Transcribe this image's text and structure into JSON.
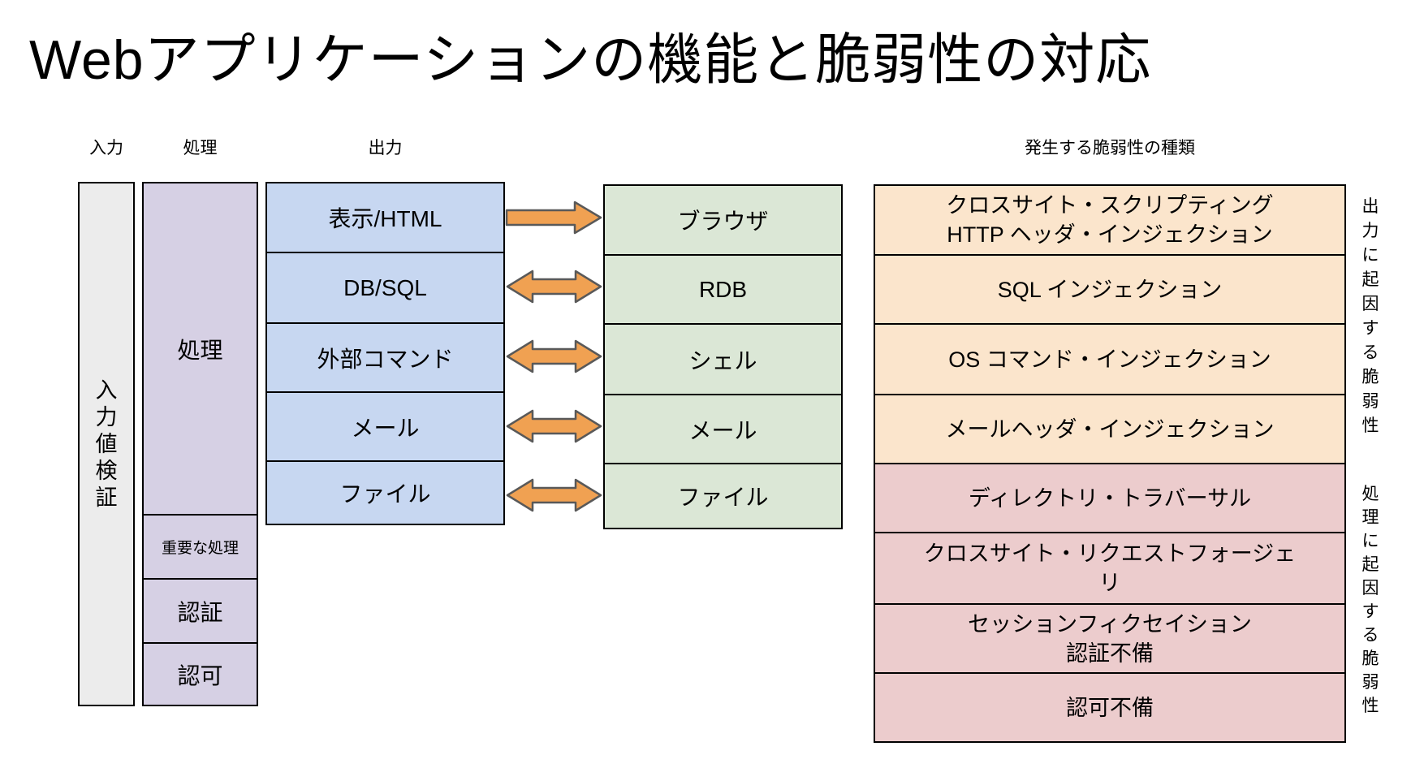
{
  "title": "Webアプリケーションの機能と脆弱性の対応",
  "headers": {
    "input": "入力",
    "processing": "処理",
    "output": "出力",
    "vulnerabilities": "発生する脆弱性の種類"
  },
  "input_column": {
    "label": "入力値検証"
  },
  "processing_column": {
    "sections": [
      {
        "label": "処理"
      },
      {
        "label": "重要な処理"
      },
      {
        "label": "認証"
      },
      {
        "label": "認可"
      }
    ]
  },
  "output_column": {
    "rows": [
      "表示/HTML",
      "DB/SQL",
      "外部コマンド",
      "メール",
      "ファイル"
    ]
  },
  "destination_column": {
    "rows": [
      "ブラウザ",
      "RDB",
      "シェル",
      "メール",
      "ファイル"
    ]
  },
  "arrows": [
    {
      "direction": "right"
    },
    {
      "direction": "both"
    },
    {
      "direction": "both"
    },
    {
      "direction": "both"
    },
    {
      "direction": "both"
    }
  ],
  "vulnerability_column": {
    "rows": [
      {
        "label": "クロスサイト・スクリプティング\nHTTP ヘッダ・インジェクション",
        "origin": "output"
      },
      {
        "label": "SQL インジェクション",
        "origin": "output"
      },
      {
        "label": "OS コマンド・インジェクション",
        "origin": "output"
      },
      {
        "label": "メールヘッダ・インジェクション",
        "origin": "output"
      },
      {
        "label": "ディレクトリ・トラバーサル",
        "origin": "processing"
      },
      {
        "label": "クロスサイト・リクエストフォージェ\nリ",
        "origin": "processing"
      },
      {
        "label": "セッションフィクセイション\n認証不備",
        "origin": "processing"
      },
      {
        "label": "認可不備",
        "origin": "processing"
      }
    ]
  },
  "side_labels": {
    "output_origin": "出力に起因する脆弱性",
    "processing_origin": "処理に起因する脆弱性"
  },
  "colors": {
    "border": "#000000",
    "input_box": "#ececec",
    "processing_box": "#d6d0e4",
    "output_box": "#c7d7f1",
    "destination_box": "#dbe7d6",
    "vuln_output_box": "#fbe5cc",
    "vuln_processing_box": "#eccccd",
    "arrow_fill": "#f0a152",
    "arrow_stroke": "#595959"
  }
}
